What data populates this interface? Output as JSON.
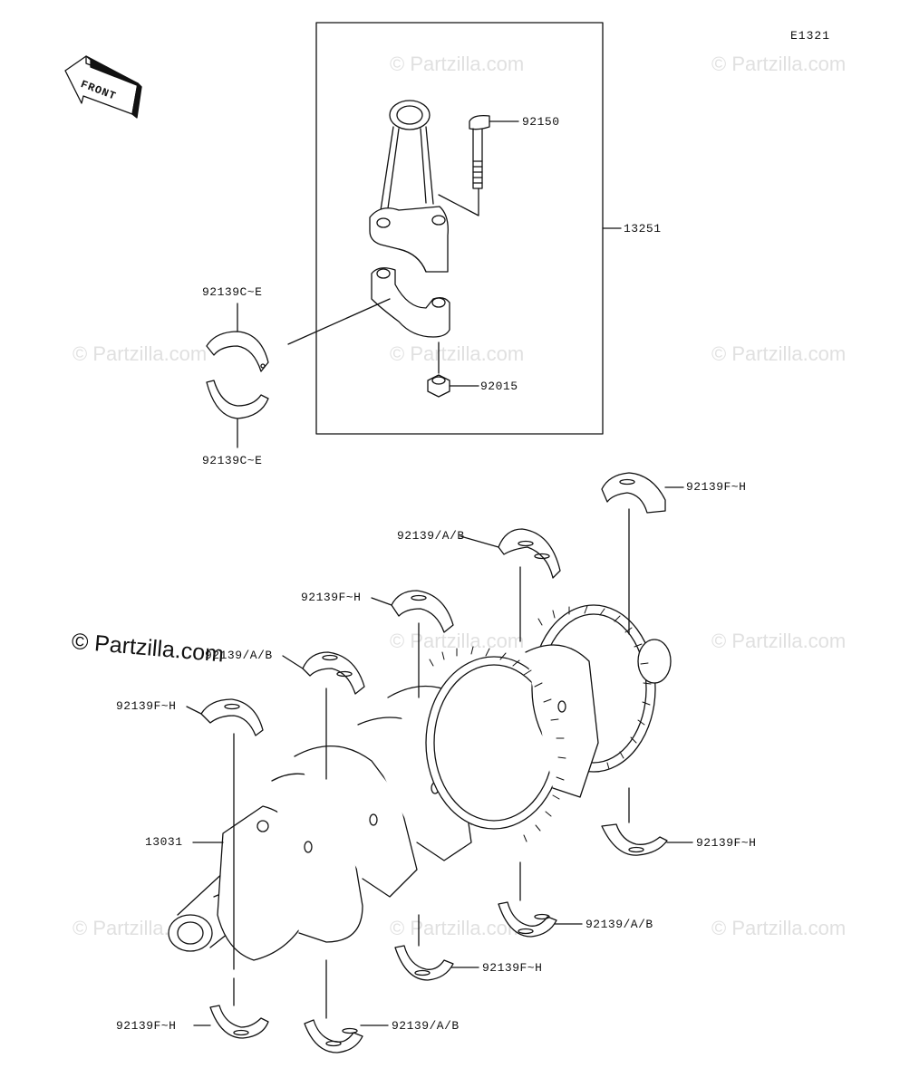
{
  "diagram_code": "E1321",
  "front_label": "FRONT",
  "watermark_text": "© Partzilla.com",
  "main_watermark": "© Partzilla.com",
  "labels": {
    "bolt": "92150",
    "connecting_rod_assy": "13251",
    "nut": "92015",
    "rod_bearing_upper": "92139C~E",
    "rod_bearing_lower": "92139C~E",
    "crankshaft": "13031",
    "main_bearing_fh_top_right": "92139F~H",
    "main_bearing_ab_top_1": "92139/A/B",
    "main_bearing_fh_top_2": "92139F~H",
    "main_bearing_ab_top_3": "92139/A/B",
    "main_bearing_fh_top_4": "92139F~H",
    "main_bearing_fh_bottom_right": "92139F~H",
    "main_bearing_ab_bottom_1": "92139/A/B",
    "main_bearing_fh_bottom_2": "92139F~H",
    "main_bearing_ab_bottom_3": "92139/A/B",
    "main_bearing_fh_bottom_4": "92139F~H"
  }
}
